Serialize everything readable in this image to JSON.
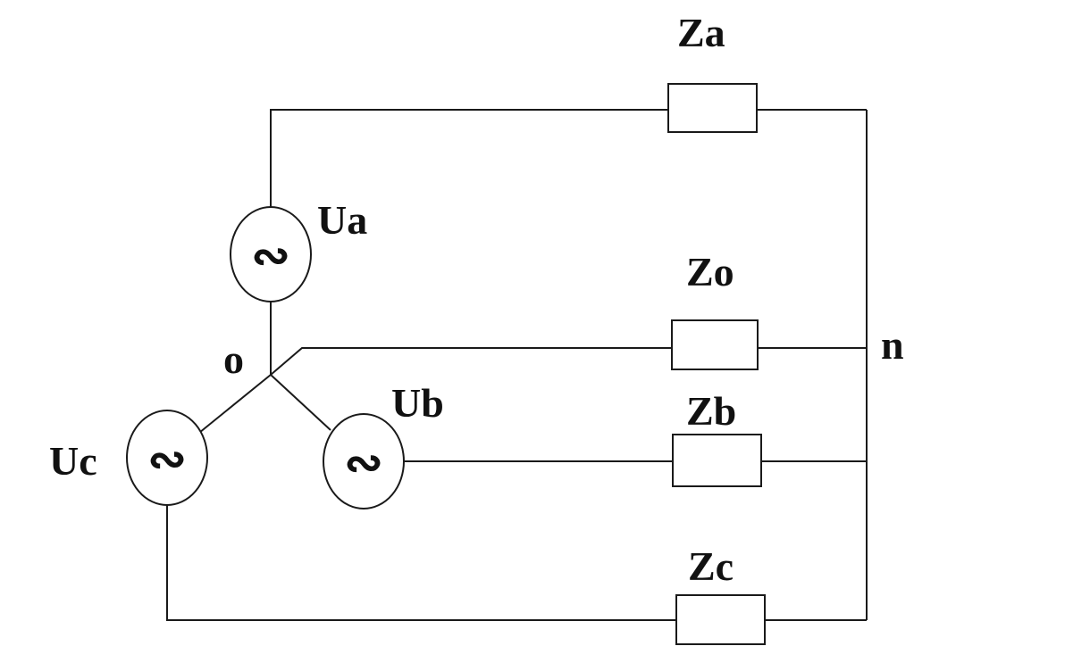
{
  "diagram": {
    "labels": {
      "za": "Za",
      "zo": "Zo",
      "zb": "Zb",
      "zc": "Zc",
      "ua": "Ua",
      "ub": "Ub",
      "uc": "Uc",
      "node_o": "o",
      "node_n": "n"
    },
    "source_symbol": "∾",
    "colors": {
      "line": "#1a1a1a",
      "background": "#ffffff"
    }
  }
}
